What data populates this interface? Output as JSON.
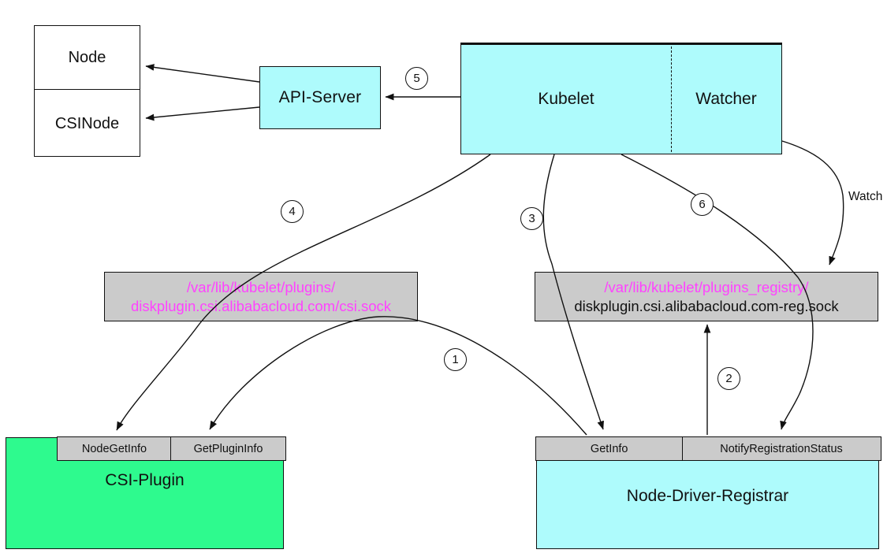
{
  "colors": {
    "cyan": "#aefbfc",
    "green": "#2efa8e",
    "gray": "#cbcbcb",
    "magenta": "#ff42ff",
    "line": "#111111"
  },
  "nodes": {
    "node": {
      "label": "Node"
    },
    "csinode": {
      "label": "CSINode"
    },
    "api_server": {
      "label": "API-Server"
    },
    "kubelet": {
      "label": "Kubelet"
    },
    "watcher": {
      "label": "Watcher"
    },
    "csi_plugin": {
      "label": "CSI-Plugin",
      "methods": [
        "NodeGetInfo",
        "GetPluginInfo"
      ]
    },
    "node_driver_registrar": {
      "label": "Node-Driver-Registrar",
      "methods": [
        "GetInfo",
        "NotifyRegistrationStatus"
      ]
    }
  },
  "sockets": {
    "plugins_dir": {
      "line1": "/var/lib/kubelet/plugins/",
      "line2": "diskplugin.csi.alibabacloud.com/csi.sock"
    },
    "registry_dir": {
      "line1": "/var/lib/kubelet/plugins_registry/",
      "line2": "diskplugin.csi.alibabacloud.com-reg.sock"
    }
  },
  "steps": {
    "s1": "1",
    "s2": "2",
    "s3": "3",
    "s4": "4",
    "s5": "5",
    "s6": "6"
  },
  "labels": {
    "watch": "Watch"
  }
}
